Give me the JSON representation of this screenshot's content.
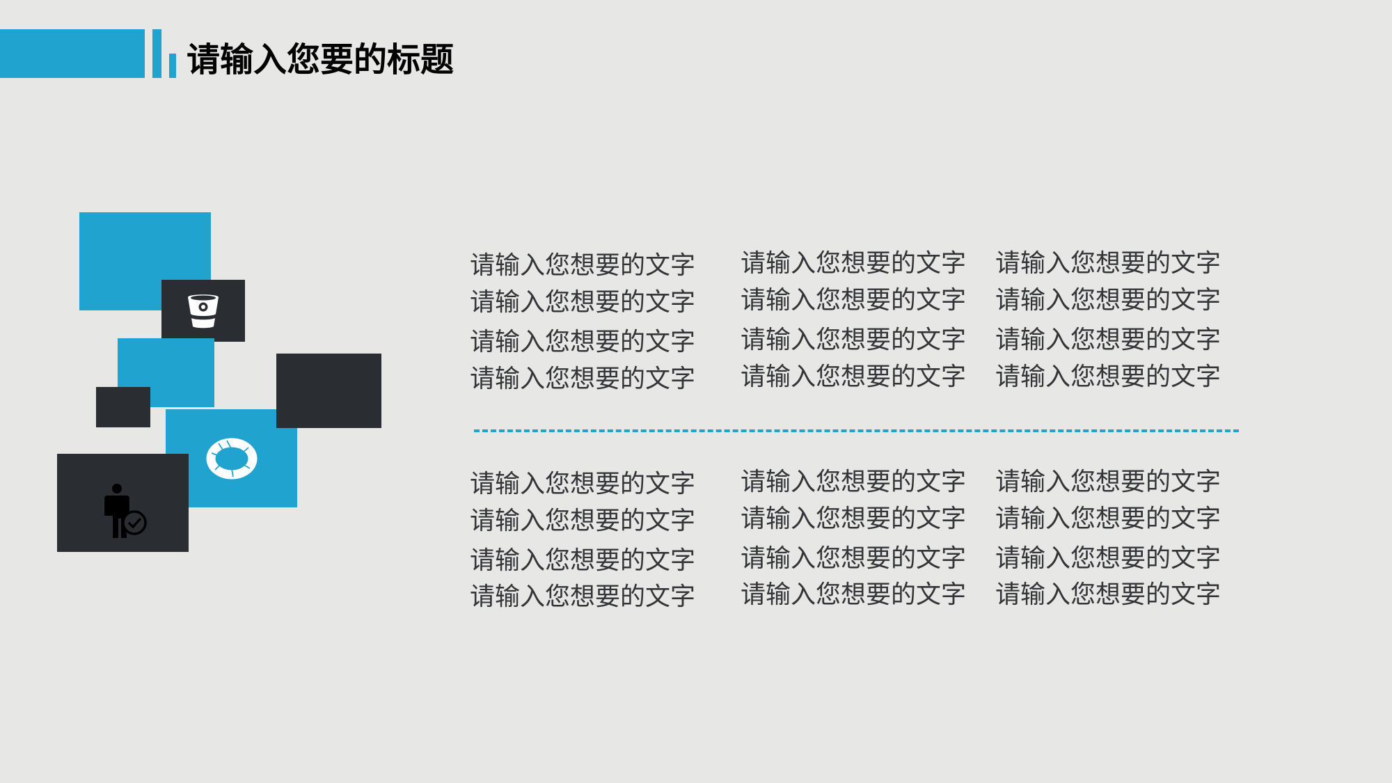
{
  "header": {
    "title": "请输入您要的标题",
    "accent_color": "#21a3d0"
  },
  "graphic": {
    "colors": {
      "blue": "#21a3d0",
      "dark": "#2a2d31"
    },
    "icons": [
      "bucket-icon",
      "refresh-cycle-icon",
      "person-check-icon"
    ]
  },
  "top_block": {
    "rows": [
      [
        "请输入您想要的文字",
        "请输入您想要的文字",
        "请输入您想要的文字"
      ],
      [
        "请输入您想要的文字",
        "请输入您想要的文字",
        "请输入您想要的文字"
      ],
      [
        "请输入您想要的文字",
        "请输入您想要的文字",
        "请输入您想要的文字"
      ],
      [
        "请输入您想要的文字",
        "请输入您想要的文字",
        "请输入您想要的文字"
      ]
    ]
  },
  "bottom_block": {
    "rows": [
      [
        "请输入您想要的文字",
        "请输入您想要的文字",
        "请输入您想要的文字"
      ],
      [
        "请输入您想要的文字",
        "请输入您想要的文字",
        "请输入您想要的文字"
      ],
      [
        "请输入您想要的文字",
        "请输入您想要的文字",
        "请输入您想要的文字"
      ],
      [
        "请输入您想要的文字",
        "请输入您想要的文字",
        "请输入您想要的文字"
      ]
    ]
  }
}
